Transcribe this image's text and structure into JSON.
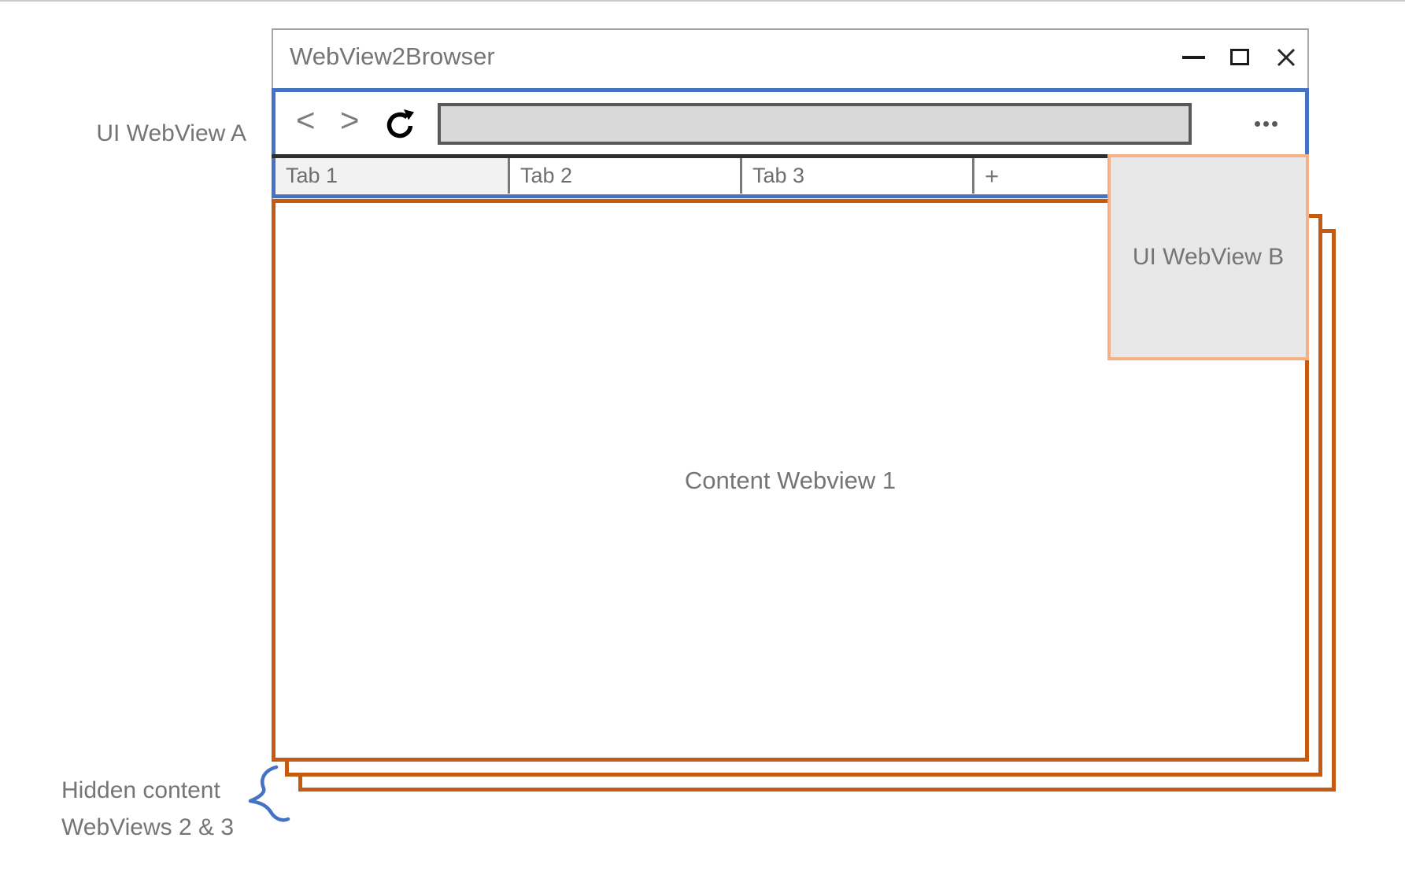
{
  "window": {
    "title": "WebView2Browser",
    "controls": {
      "minimize_icon": "minimize-icon",
      "maximize_icon": "maximize-icon",
      "close_icon": "close-icon"
    }
  },
  "navigation": {
    "back_glyph": "<",
    "forward_glyph": ">",
    "reload_icon": "refresh-icon",
    "menu_icon": "ellipsis-icon",
    "address_value": ""
  },
  "tabs": [
    {
      "label": "Tab 1",
      "active": true
    },
    {
      "label": "Tab 2",
      "active": false
    },
    {
      "label": "Tab 3",
      "active": false
    },
    {
      "label": "+",
      "active": false
    }
  ],
  "content": {
    "webview1_label": "Content Webview 1"
  },
  "annotations": {
    "ui_webview_a": "UI WebView A",
    "ui_webview_b": "UI WebView B",
    "hidden_line1": "Hidden content",
    "hidden_line2": "WebViews 2 & 3"
  },
  "colors": {
    "ui_webview_accent": "#4472C4",
    "content_webview_accent": "#C55A11",
    "ui_webview_b_border": "#F4B183",
    "window_border": "#A6A6A6",
    "tab_strip_top": "#2E2E2E",
    "address_bar_fill": "#D9D9D9",
    "address_bar_border": "#595959",
    "active_tab_fill": "#F2F2F2",
    "text_gray": "#757575"
  }
}
